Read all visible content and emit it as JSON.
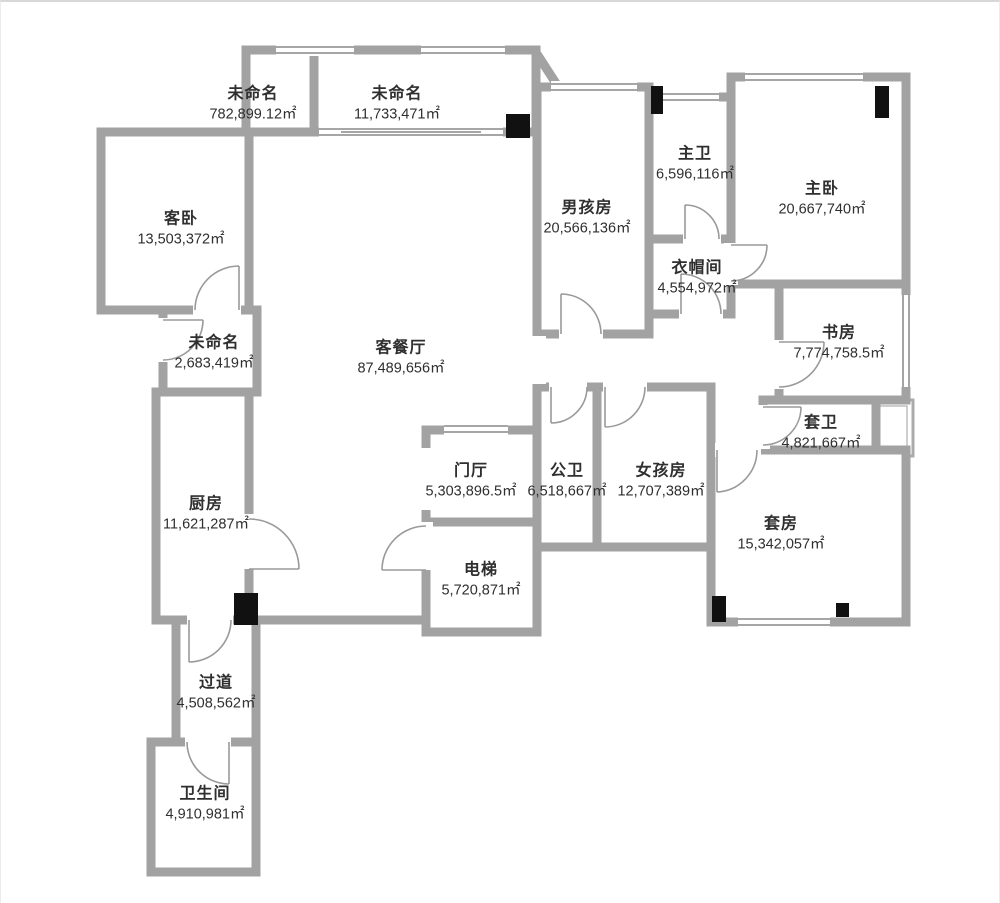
{
  "floorplan": {
    "colors": {
      "wall": "#a2a2a2",
      "line": "#9a9a9a",
      "column": "#111111",
      "text": "#2f2f2f",
      "background": "#ffffff"
    },
    "unit": "㎡",
    "rooms": [
      {
        "id": "balcony-left",
        "name": "未命名",
        "area": "782,899.12㎡"
      },
      {
        "id": "balcony-right",
        "name": "未命名",
        "area": "11,733,471㎡"
      },
      {
        "id": "guest-bedroom",
        "name": "客卧",
        "area": "13,503,372㎡"
      },
      {
        "id": "unnamed-hall",
        "name": "未命名",
        "area": "2,683,419㎡"
      },
      {
        "id": "living-dining",
        "name": "客餐厅",
        "area": "87,489,656㎡"
      },
      {
        "id": "boys-room",
        "name": "男孩房",
        "area": "20,566,136㎡"
      },
      {
        "id": "master-bath",
        "name": "主卫",
        "area": "6,596,116㎡"
      },
      {
        "id": "master-bedroom",
        "name": "主卧",
        "area": "20,667,740㎡"
      },
      {
        "id": "closet",
        "name": "衣帽间",
        "area": "4,554,972㎡"
      },
      {
        "id": "study",
        "name": "书房",
        "area": "7,774,758.5㎡"
      },
      {
        "id": "suite-bath",
        "name": "套卫",
        "area": "4,821,667㎡"
      },
      {
        "id": "entry-hall",
        "name": "门厅",
        "area": "5,303,896.5㎡"
      },
      {
        "id": "public-bath",
        "name": "公卫",
        "area": "6,518,667㎡"
      },
      {
        "id": "girls-room",
        "name": "女孩房",
        "area": "12,707,389㎡"
      },
      {
        "id": "suite",
        "name": "套房",
        "area": "15,342,057㎡"
      },
      {
        "id": "kitchen",
        "name": "厨房",
        "area": "11,621,287㎡"
      },
      {
        "id": "elevator",
        "name": "电梯",
        "area": "5,720,871㎡"
      },
      {
        "id": "hallway",
        "name": "过道",
        "area": "4,508,562㎡"
      },
      {
        "id": "bathroom",
        "name": "卫生间",
        "area": "4,910,981㎡"
      }
    ]
  }
}
